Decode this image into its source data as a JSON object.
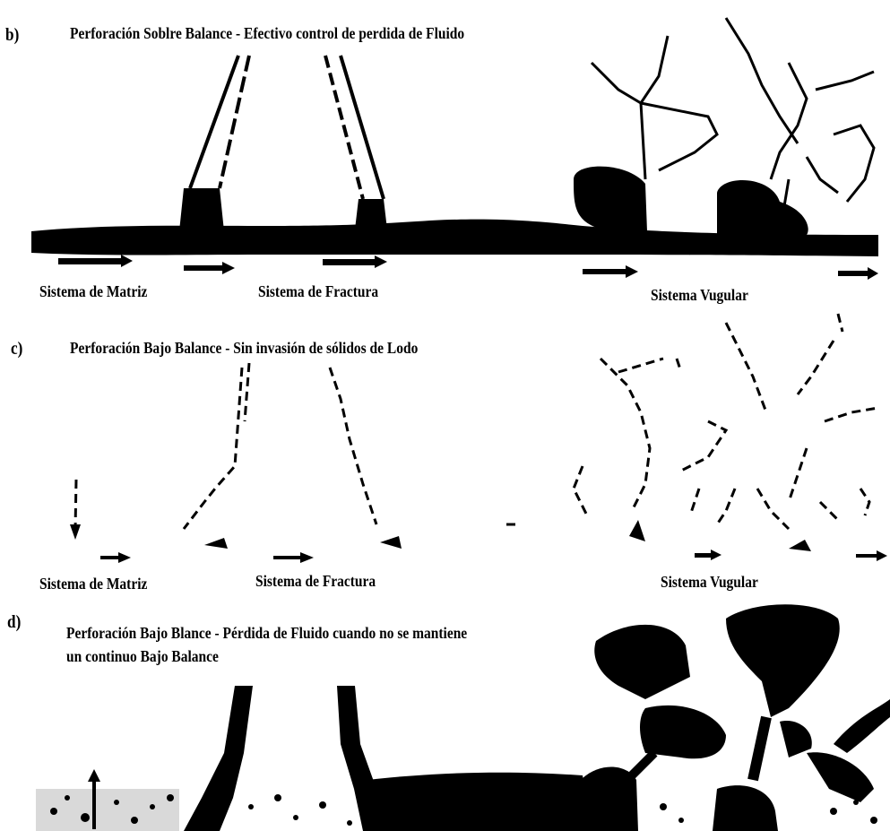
{
  "panels": {
    "b": {
      "letter": "b)",
      "title": "Perforación Soblre Balance - Efectivo control de perdida de Fluido",
      "systems": [
        "Sistema de Matriz",
        "Sistema de Fractura",
        "Sistema Vugular"
      ]
    },
    "c": {
      "letter": "c)",
      "title": "Perforación Bajo Balance - Sin invasión de sólidos de Lodo",
      "systems": [
        "Sistema de Matriz",
        "Sistema de Fractura",
        "Sistema Vugular"
      ]
    },
    "d": {
      "letter": "d)",
      "title_line1": "Perforación Bajo Blance - Pérdida de Fluido cuando no se mantiene",
      "title_line2": "un continuo Bajo Balance"
    }
  },
  "colors": {
    "ink": "#000000",
    "background": "#ffffff"
  }
}
